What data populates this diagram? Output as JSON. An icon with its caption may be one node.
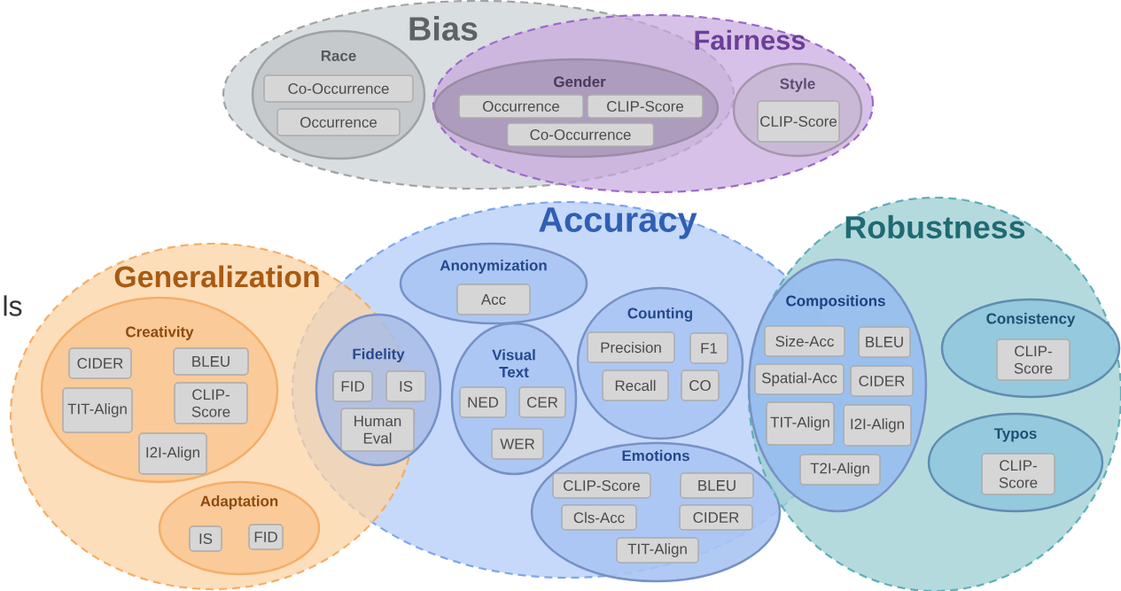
{
  "diagram": {
    "nodes": [
      {
        "text": [
          "Bias"
        ]
      },
      {
        "text": [
          "Race"
        ],
        "in": 0
      },
      {
        "text": [
          "Co-Occurrence"
        ],
        "in": 1
      },
      {
        "text": [
          "Occurrence"
        ],
        "in": 1
      },
      {
        "text": [
          "Fairness"
        ]
      },
      {
        "text": [
          "Gender"
        ]
      },
      {
        "text": [
          "Occurrence"
        ],
        "in": 5
      },
      {
        "text": [
          "CLIP-Score"
        ],
        "in": 5
      },
      {
        "text": [
          "Co-Occurrence"
        ],
        "in": 5
      },
      {
        "text": [
          "Style"
        ],
        "in": 4
      },
      {
        "text": [
          "CLIP-Score"
        ],
        "in": 9
      },
      {
        "text": [
          "Generalization"
        ]
      },
      {
        "text": [
          "Creativity"
        ],
        "in": 11
      },
      {
        "text": [
          "CIDER"
        ],
        "in": 12
      },
      {
        "text": [
          "BLEU"
        ],
        "in": 12
      },
      {
        "text": [
          "TIT-Align"
        ],
        "in": 12
      },
      {
        "text": [
          "CLIP-Score"
        ],
        "in": 12
      },
      {
        "text": [
          "I2I-Align"
        ],
        "in": 12
      },
      {
        "text": [
          "Adaptation"
        ],
        "in": 11
      },
      {
        "text": [
          "IS"
        ],
        "in": 18
      },
      {
        "text": [
          "FID"
        ],
        "in": 18
      },
      {
        "text": [
          "Accuracy"
        ]
      },
      {
        "text": [
          "Anonymization"
        ],
        "in": 21
      },
      {
        "text": [
          "Acc"
        ],
        "in": 22
      },
      {
        "text": [
          "Fidelity"
        ],
        "in": 21
      },
      {
        "text": [
          "FID"
        ]
      },
      {
        "text": [
          "IS"
        ],
        "in": 24
      },
      {
        "text": [
          "Human Eval"
        ]
      },
      {
        "text": [
          "Visual Text"
        ],
        "in": 21
      },
      {
        "text": [
          "NED"
        ],
        "in": 28
      },
      {
        "text": [
          "CER"
        ],
        "in": 28
      },
      {
        "text": [
          "WER"
        ],
        "in": 28
      },
      {
        "text": [
          "Counting"
        ],
        "in": 21
      },
      {
        "text": [
          "Precision"
        ],
        "in": 32
      },
      {
        "text": [
          "F1"
        ],
        "in": 32
      },
      {
        "text": [
          "Recall"
        ],
        "in": 32
      },
      {
        "text": [
          "CO"
        ],
        "in": 32
      },
      {
        "text": [
          "Emotions"
        ],
        "in": 21
      },
      {
        "text": [
          "CLIP-Score"
        ],
        "in": 37
      },
      {
        "text": [
          "BLEU"
        ],
        "in": 37
      },
      {
        "text": [
          "Cls-Acc"
        ],
        "in": 37
      },
      {
        "text": [
          "CIDER"
        ],
        "in": 37
      },
      {
        "text": [
          "TIT-Align"
        ],
        "in": 37
      },
      {
        "text": [
          "Robustness"
        ]
      },
      {
        "text": [
          "Compositions"
        ],
        "in": 43
      },
      {
        "text": [
          "Size-Acc"
        ]
      },
      {
        "text": [
          "BLEU"
        ],
        "in": 44
      },
      {
        "text": [
          "Spatial-Acc"
        ]
      },
      {
        "text": [
          "CIDER"
        ],
        "in": 44
      },
      {
        "text": [
          "TIT-Align"
        ]
      },
      {
        "text": [
          "I2I-Align"
        ],
        "in": 44
      },
      {
        "text": [
          "T2I-Align"
        ],
        "in": 44
      },
      {
        "text": [
          "Consistency"
        ],
        "in": 43
      },
      {
        "text": [
          "CLIP-Score"
        ],
        "in": 52
      },
      {
        "text": [
          "Typos"
        ],
        "in": 43
      },
      {
        "text": [
          "CLIP-Score"
        ],
        "in": 54
      }
    ],
    "labels": [
      "ls"
    ]
  }
}
